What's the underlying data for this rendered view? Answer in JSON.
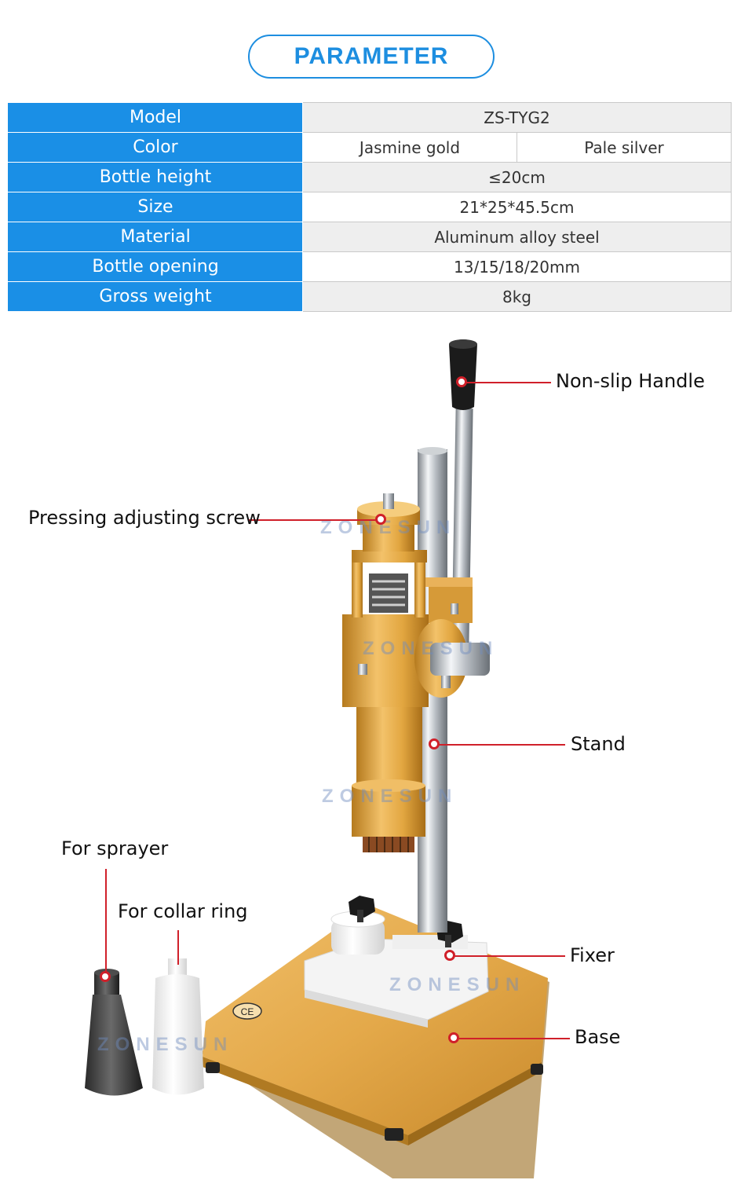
{
  "header": {
    "title": "PARAMETER"
  },
  "specs": {
    "model": {
      "label": "Model",
      "value": "ZS-TYG2"
    },
    "color": {
      "label": "Color",
      "value1": "Jasmine gold",
      "value2": "Pale silver"
    },
    "bottle_height": {
      "label": "Bottle height",
      "value": "≤20cm"
    },
    "size": {
      "label": "Size",
      "value": "21*25*45.5cm"
    },
    "material": {
      "label": "Material",
      "value": "Aluminum alloy steel"
    },
    "bottle_opening": {
      "label": "Bottle opening",
      "value": "13/15/18/20mm"
    },
    "gross_weight": {
      "label": "Gross weight",
      "value": "8kg"
    }
  },
  "callouts": {
    "handle": "Non-slip Handle",
    "screw": "Pressing adjusting screw",
    "stand": "Stand",
    "sprayer": "For sprayer",
    "collar": "For collar ring",
    "fixer": "Fixer",
    "base": "Base"
  },
  "watermark": "ZONESUN",
  "ce_mark": "CE",
  "colors": {
    "accent": "#1a8fe6",
    "pointer": "#d0202a",
    "gold": "#e0a63a"
  }
}
